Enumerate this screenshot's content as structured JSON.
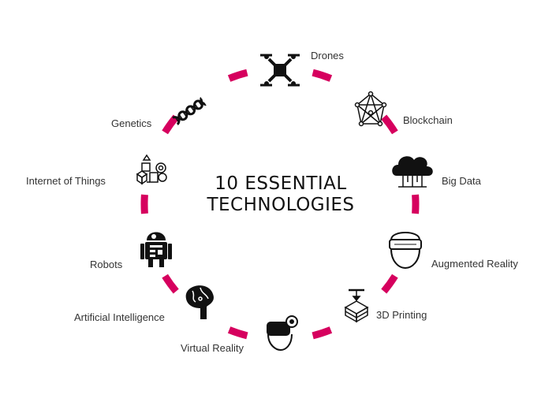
{
  "title": {
    "line1": "10 ESSENTIAL",
    "line2": "TECHNOLOGIES"
  },
  "ring_color": "#d6005e",
  "icon_color": "#111111",
  "technologies": [
    {
      "label": "Drones",
      "icon": "drone-icon"
    },
    {
      "label": "Blockchain",
      "icon": "blockchain-network-icon"
    },
    {
      "label": "Big Data",
      "icon": "cloud-data-icon"
    },
    {
      "label": "Augmented Reality",
      "icon": "ar-headset-icon"
    },
    {
      "label": "3D Printing",
      "icon": "3d-printer-icon"
    },
    {
      "label": "Virtual Reality",
      "icon": "vr-headset-icon"
    },
    {
      "label": "Artificial Intelligence",
      "icon": "brain-head-icon"
    },
    {
      "label": "Robots",
      "icon": "robot-icon"
    },
    {
      "label": "Internet of Things",
      "icon": "iot-devices-icon"
    },
    {
      "label": "Genetics",
      "icon": "dna-icon"
    }
  ]
}
